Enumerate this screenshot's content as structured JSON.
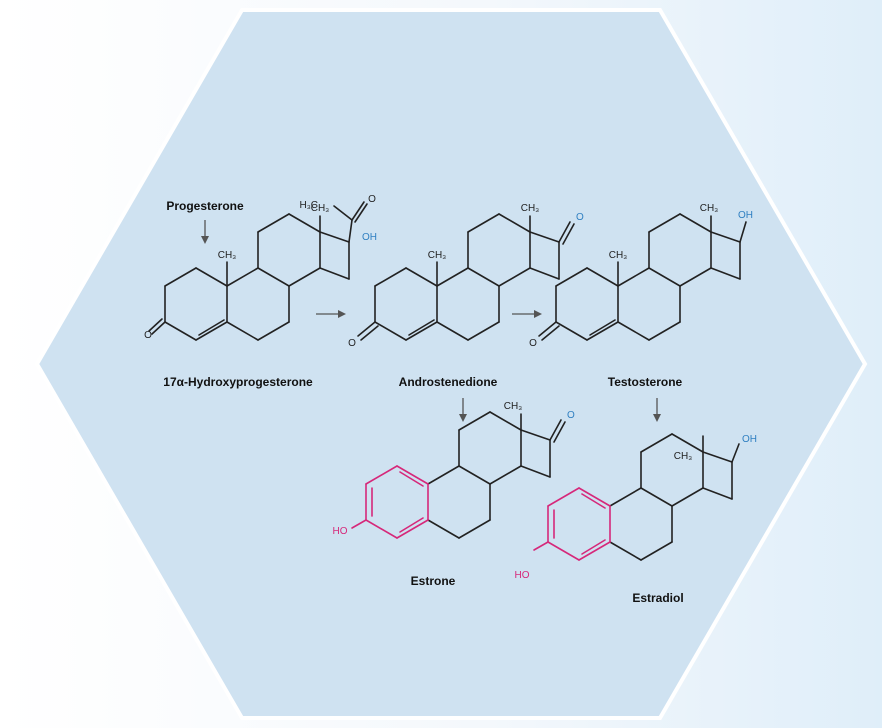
{
  "colors": {
    "panel": "#cfe2f1",
    "panel_edge": "#ffffff",
    "bond": "#222222",
    "blue_group": "#2f7fc1",
    "aromatic_ring": "#d6287a",
    "arrow": "#555555"
  },
  "compounds": {
    "progesterone": {
      "name": "Progesterone"
    },
    "hydroxyprogesterone": {
      "name": "17α-Hydroxyprogesterone"
    },
    "androstenedione": {
      "name": "Androstenedione"
    },
    "testosterone": {
      "name": "Testosterone"
    },
    "estrone": {
      "name": "Estrone"
    },
    "estradiol": {
      "name": "Estradiol"
    }
  },
  "groups": {
    "methyl": "CH₃",
    "acetyl_methyl": "H₃C",
    "oxygen": "O",
    "hydroxyl": "OH",
    "phenol": "HO"
  }
}
